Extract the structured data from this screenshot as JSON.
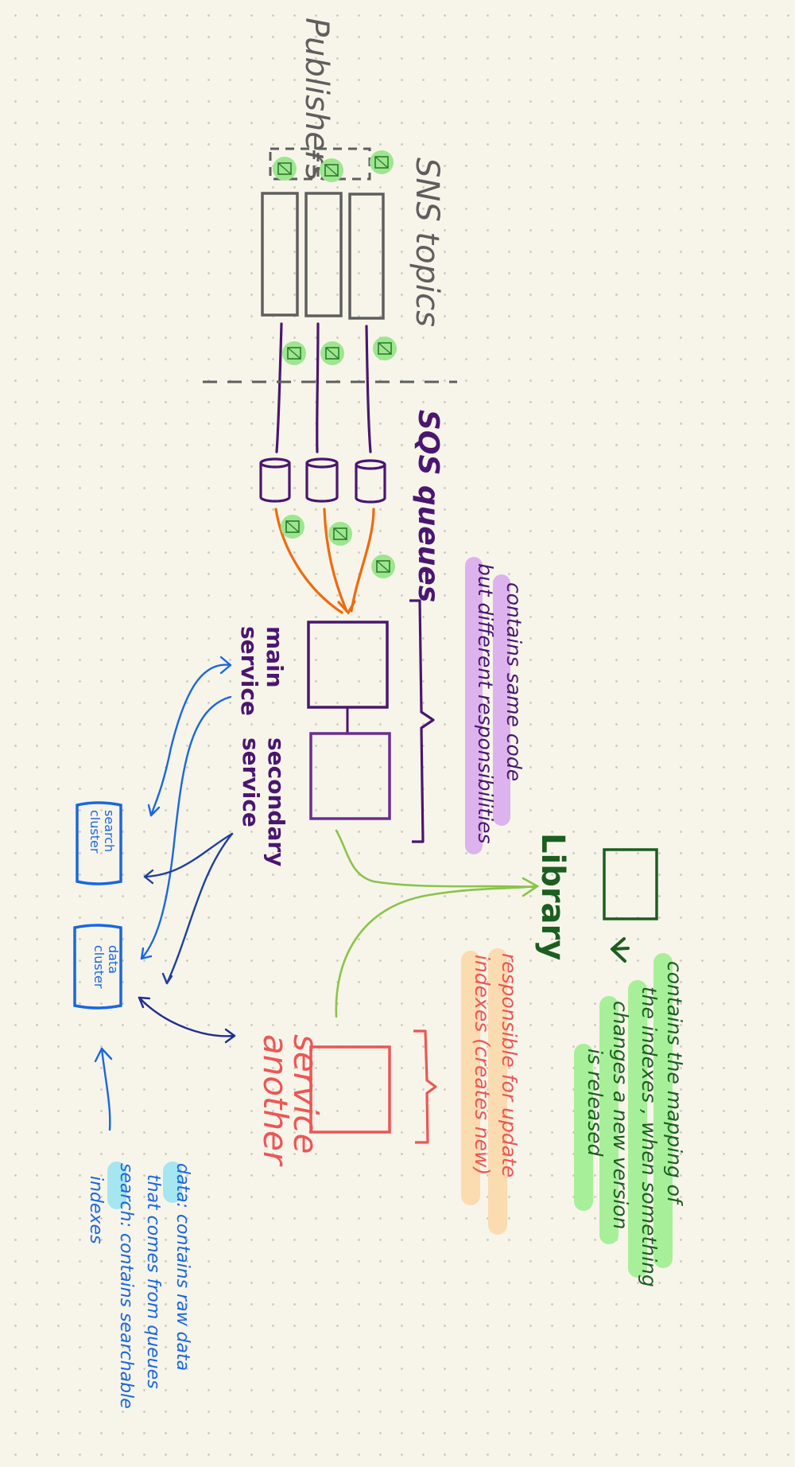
{
  "labels": {
    "publishers": "Publishers",
    "sns_topics": "SNS topics",
    "sqs_queues": "SQS queues",
    "main_service": [
      "main",
      "service"
    ],
    "secondary_service": [
      "secondary",
      "service"
    ],
    "another_service": [
      "another",
      "service"
    ],
    "library": "Library",
    "search_cluster": [
      "search",
      "cluster"
    ],
    "data_cluster": [
      "data",
      "cluster"
    ]
  },
  "notes": {
    "same_code": [
      "contains  same  code",
      "but  different  responsibilities"
    ],
    "update_indexes": [
      "responsible  for  update",
      "indexes  (creates  new)"
    ],
    "library_mapping": [
      "contains  the  mapping  of",
      "the  indexes ,  when  something",
      "changes  a  new  version",
      "is  released"
    ],
    "legend": [
      "data: contains  raw  data",
      "that  comes  from  queues",
      "search:  contains  searchable",
      "indexes"
    ]
  },
  "colors": {
    "gray": "#5e5e5e",
    "purple": "#4a1670",
    "violet": "#6b2d8f",
    "orange": "#f06a0e",
    "message_green": "#9de68f",
    "lime_arrow": "#8bc34a",
    "dark_green": "#1b5e20",
    "red": "#ee5555",
    "blue": "#1a66e0",
    "navy": "#1f2f8f",
    "lavender_highlight": "#dcb3ec",
    "peach_highlight": "#fbdbb0",
    "green_highlight": "#a8ef9a",
    "cyan_highlight": "#a6e6f0"
  }
}
